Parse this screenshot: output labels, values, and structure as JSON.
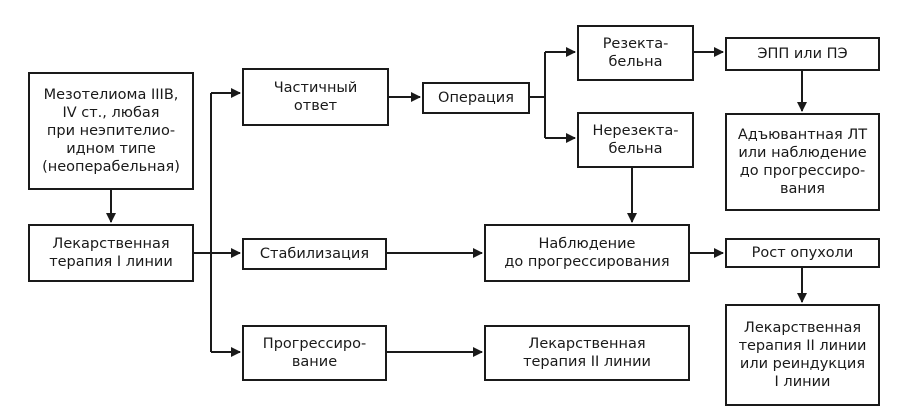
{
  "nodes": {
    "mesothelioma": "Мезотелиома IIIB,\nIV ст., любая\nпри неэпителио-\nидном типе\n(неоперабельная)",
    "first_line": "Лекарственная\nтерапия I линии",
    "partial_response": "Частичный\nответ",
    "stabilization": "Стабилизация",
    "progression": "Прогрессиро-\nвание",
    "operation": "Операция",
    "resectable": "Резекта-\nбельна",
    "unresectable": "Нерезекта-\nбельна",
    "epp_pe": "ЭПП или ПЭ",
    "adjuvant": "Адъювантная ЛТ\nили наблюдение\nдо прогрессиро-\nвания",
    "observation": "Наблюдение\nдо прогрессирования",
    "tumor_growth": "Рост опухоли",
    "second_line_progression": "Лекарственная\nтерапия II линии",
    "second_line_or_reinduction": "Лекарственная\nтерапия II линии\nили реиндукция\nI линии"
  },
  "colors": {
    "stroke": "#1a1a1a",
    "background": "#ffffff"
  }
}
